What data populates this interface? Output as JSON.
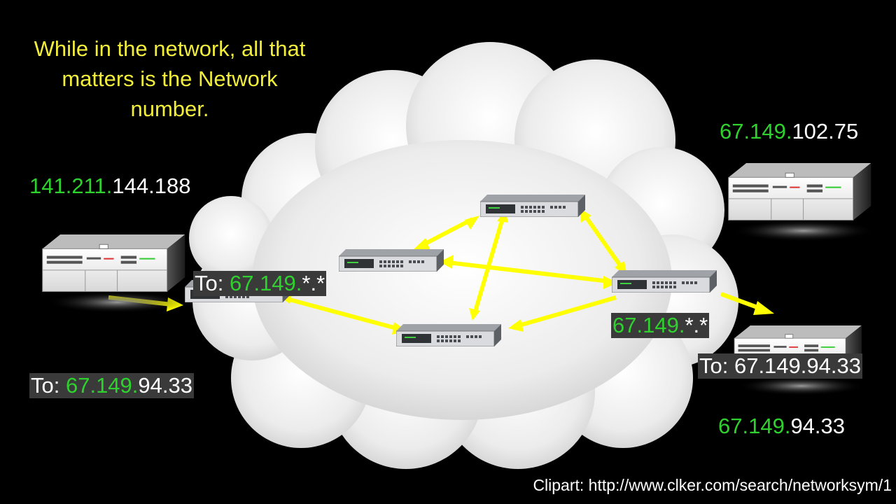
{
  "caption": "While in the network, all that matters is the Network number.",
  "labels": {
    "source_address": {
      "network": "141.211.",
      "host": "144.188"
    },
    "dest_server_address": {
      "network": "67.149.",
      "host": "102.75"
    },
    "packet_to_left": {
      "prefix": "To: ",
      "network": "67.149.",
      "host": "94.33"
    },
    "packet_in_cloud": {
      "prefix": "To: ",
      "network": "67.149.",
      "host": "*.*"
    },
    "route_label": {
      "network": "67.149.",
      "host": "*.*"
    },
    "packet_to_right": {
      "text": "To: 67.149.94.33"
    },
    "dest_address": {
      "network": "67.149.",
      "host": "94.33"
    }
  },
  "credit": "Clipart: http://www.clker.com/search/networksym/1",
  "colors": {
    "background": "#000000",
    "caption": "#f2ee3c",
    "network_part": "#2fd12f",
    "arrows": "#ffff00",
    "cloud": "#e8e8e8"
  },
  "icons": [
    "server-icon",
    "router-icon",
    "cloud-icon",
    "arrow-icon"
  ]
}
